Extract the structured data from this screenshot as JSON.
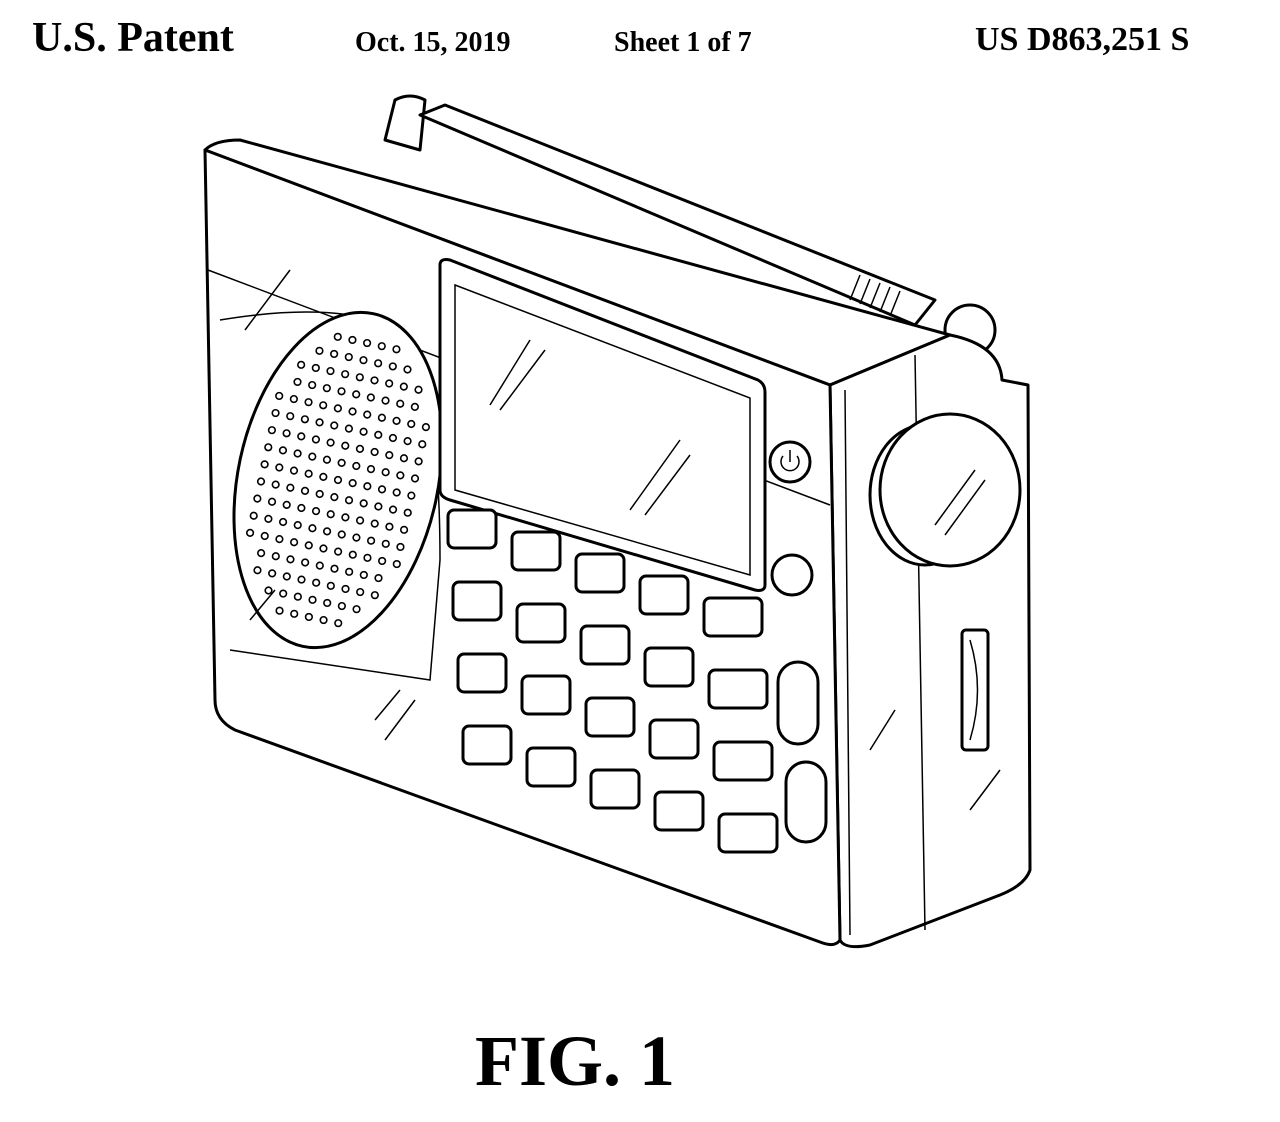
{
  "header": {
    "title": "U.S. Patent",
    "date": "Oct. 15, 2019",
    "sheet": "Sheet 1 of 7",
    "patent_number": "US D863,251 S"
  },
  "figure": {
    "caption": "FIG. 1",
    "subject": "portable-radio-drawing"
  }
}
